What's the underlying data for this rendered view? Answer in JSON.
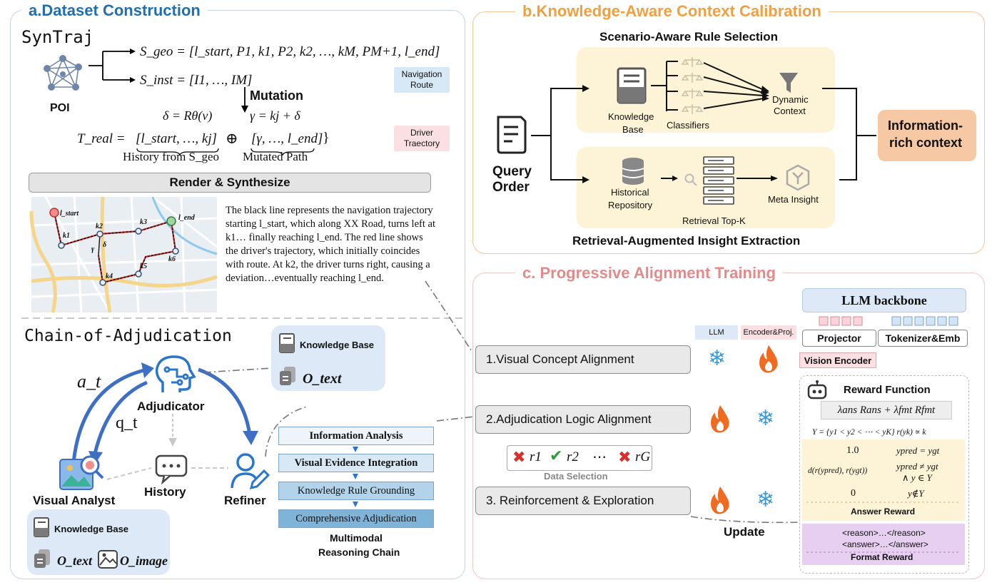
{
  "panel_a": {
    "title": "a.Dataset Construction",
    "syntraj": "SynTraj",
    "poi": "POI",
    "s_geo": "S_geo = [l_start, P1, k1, P2, k2, …, kM, PM+1, l_end]",
    "s_inst": "S_inst = [I1, …, IM]",
    "mutation": "Mutation",
    "delta_eq": "δ = Rθ(v)",
    "gamma_eq": "γ = kj + δ",
    "t_real_lhs": "T_real =",
    "t_real_hist": "[l_start, …, kj]",
    "t_real_oplus": "⊕",
    "t_real_mut": "[γ, …, l_end]",
    "t_real_close": "}",
    "history_from": "History from S_geo",
    "mutated_path": "Mutated Path",
    "tag_nav": "Navigation Route",
    "tag_driver": "Driver Traectory",
    "render_btn": "Render & Synthesize",
    "map_labels": {
      "lstart": "l_start",
      "lend": "l_end",
      "k1": "k1",
      "k2": "k2",
      "k3": "k3",
      "k4": "k4",
      "k5": "k5",
      "k6": "k6",
      "gamma": "γ",
      "delta": "δ"
    },
    "description": "The black line represents the navigation trajectory starting l_start, which along XX Road, turns left at k1… finally reaching l_end. The red line shows the driver's trajectory, which initially coincides with route. At k2, the driver turns right, causing a deviation…eventually reaching l_end."
  },
  "chain": {
    "title": "Chain-of-Adjudication",
    "a_t": "a_t",
    "q_t": "q_t",
    "adjudicator": "Adjudicator",
    "visual_analyst": "Visual Analyst",
    "history": "History",
    "refiner": "Refiner",
    "kb_top": "Knowledge Base",
    "o_text_top": "O_text",
    "kb_bottom": "Knowledge Base",
    "o_text_bottom": "O_text",
    "o_image": "O_image",
    "steps": [
      "Information Analysis",
      "Visual Evidence Integration",
      "Knowledge Rule Grounding",
      "Comprehensive Adjudication"
    ],
    "chain_label_1": "Multimodal",
    "chain_label_2": "Reasoning Chain"
  },
  "panel_b": {
    "title": "b.Knowledge-Aware Context Calibration",
    "top_label": "Scenario-Aware Rule Selection",
    "bottom_label": "Retrieval-Augmented Insight Extraction",
    "query_1": "Query",
    "query_2": "Order",
    "kb_1": "Knowledge",
    "kb_2": "Base",
    "classifiers": "Classifiers",
    "dynamic_1": "Dynamic",
    "dynamic_2": "Context",
    "hist_1": "Historical",
    "hist_2": "Repository",
    "retrieval": "Retrieval Top-K",
    "meta": "Meta Insight",
    "info_1": "Information-",
    "info_2": "rich context"
  },
  "panel_c": {
    "title": "c. Progressive Alignment Training",
    "llm_backbone": "LLM backbone",
    "projector": "Projector",
    "tokenizer": "Tokenizer&Emb",
    "vision_encoder": "Vision Encoder",
    "col_llm": "LLM",
    "col_enc": "Encoder&Proj.",
    "stage1": "1.Visual Concept Alignment",
    "stage2": "2.Adjudication Logic Alignment",
    "stage3": "3. Reinforcement & Exploration",
    "data_selection": "Data Selection",
    "r1": "r1",
    "r2": "r2",
    "dots": "⋯",
    "rG": "rG",
    "update": "Update",
    "reward_title": "Reward Function",
    "reward_formula": "λans Rans + λfmt Rfmt",
    "y_def": "Y = {y1 < y2 < ⋯ < yK}   r(yk) ∝ k",
    "ans_row1_val": "1.0",
    "ans_row1_cond": "ypred = ygt",
    "ans_row2_val": "d(r(ypred), r(ygt))",
    "ans_row2_cond_1": "ypred ≠ ygt",
    "ans_row2_cond_2": "∧ y ∈ Y",
    "ans_row3_val": "0",
    "ans_row3_cond": "y∉Y",
    "answer_reward": "Answer Reward",
    "fmt_1": "<reason>…</reason>",
    "fmt_2": "<answer>…</answer>",
    "format_reward": "Format Reward"
  },
  "colors": {
    "blue_title": "#1f6fb2",
    "orange_title": "#f0a040",
    "pink_title": "#e38a8a",
    "nav_tag": "#d7e8f6",
    "driver_tag": "#fbe0e3",
    "cream": "#fdf3d6",
    "info_box": "#f6c8a4",
    "kb_blue": "#dde9f6",
    "accent_blue": "#2a77c9",
    "fire": "#f06a22",
    "snow": "#3a9ad9"
  }
}
